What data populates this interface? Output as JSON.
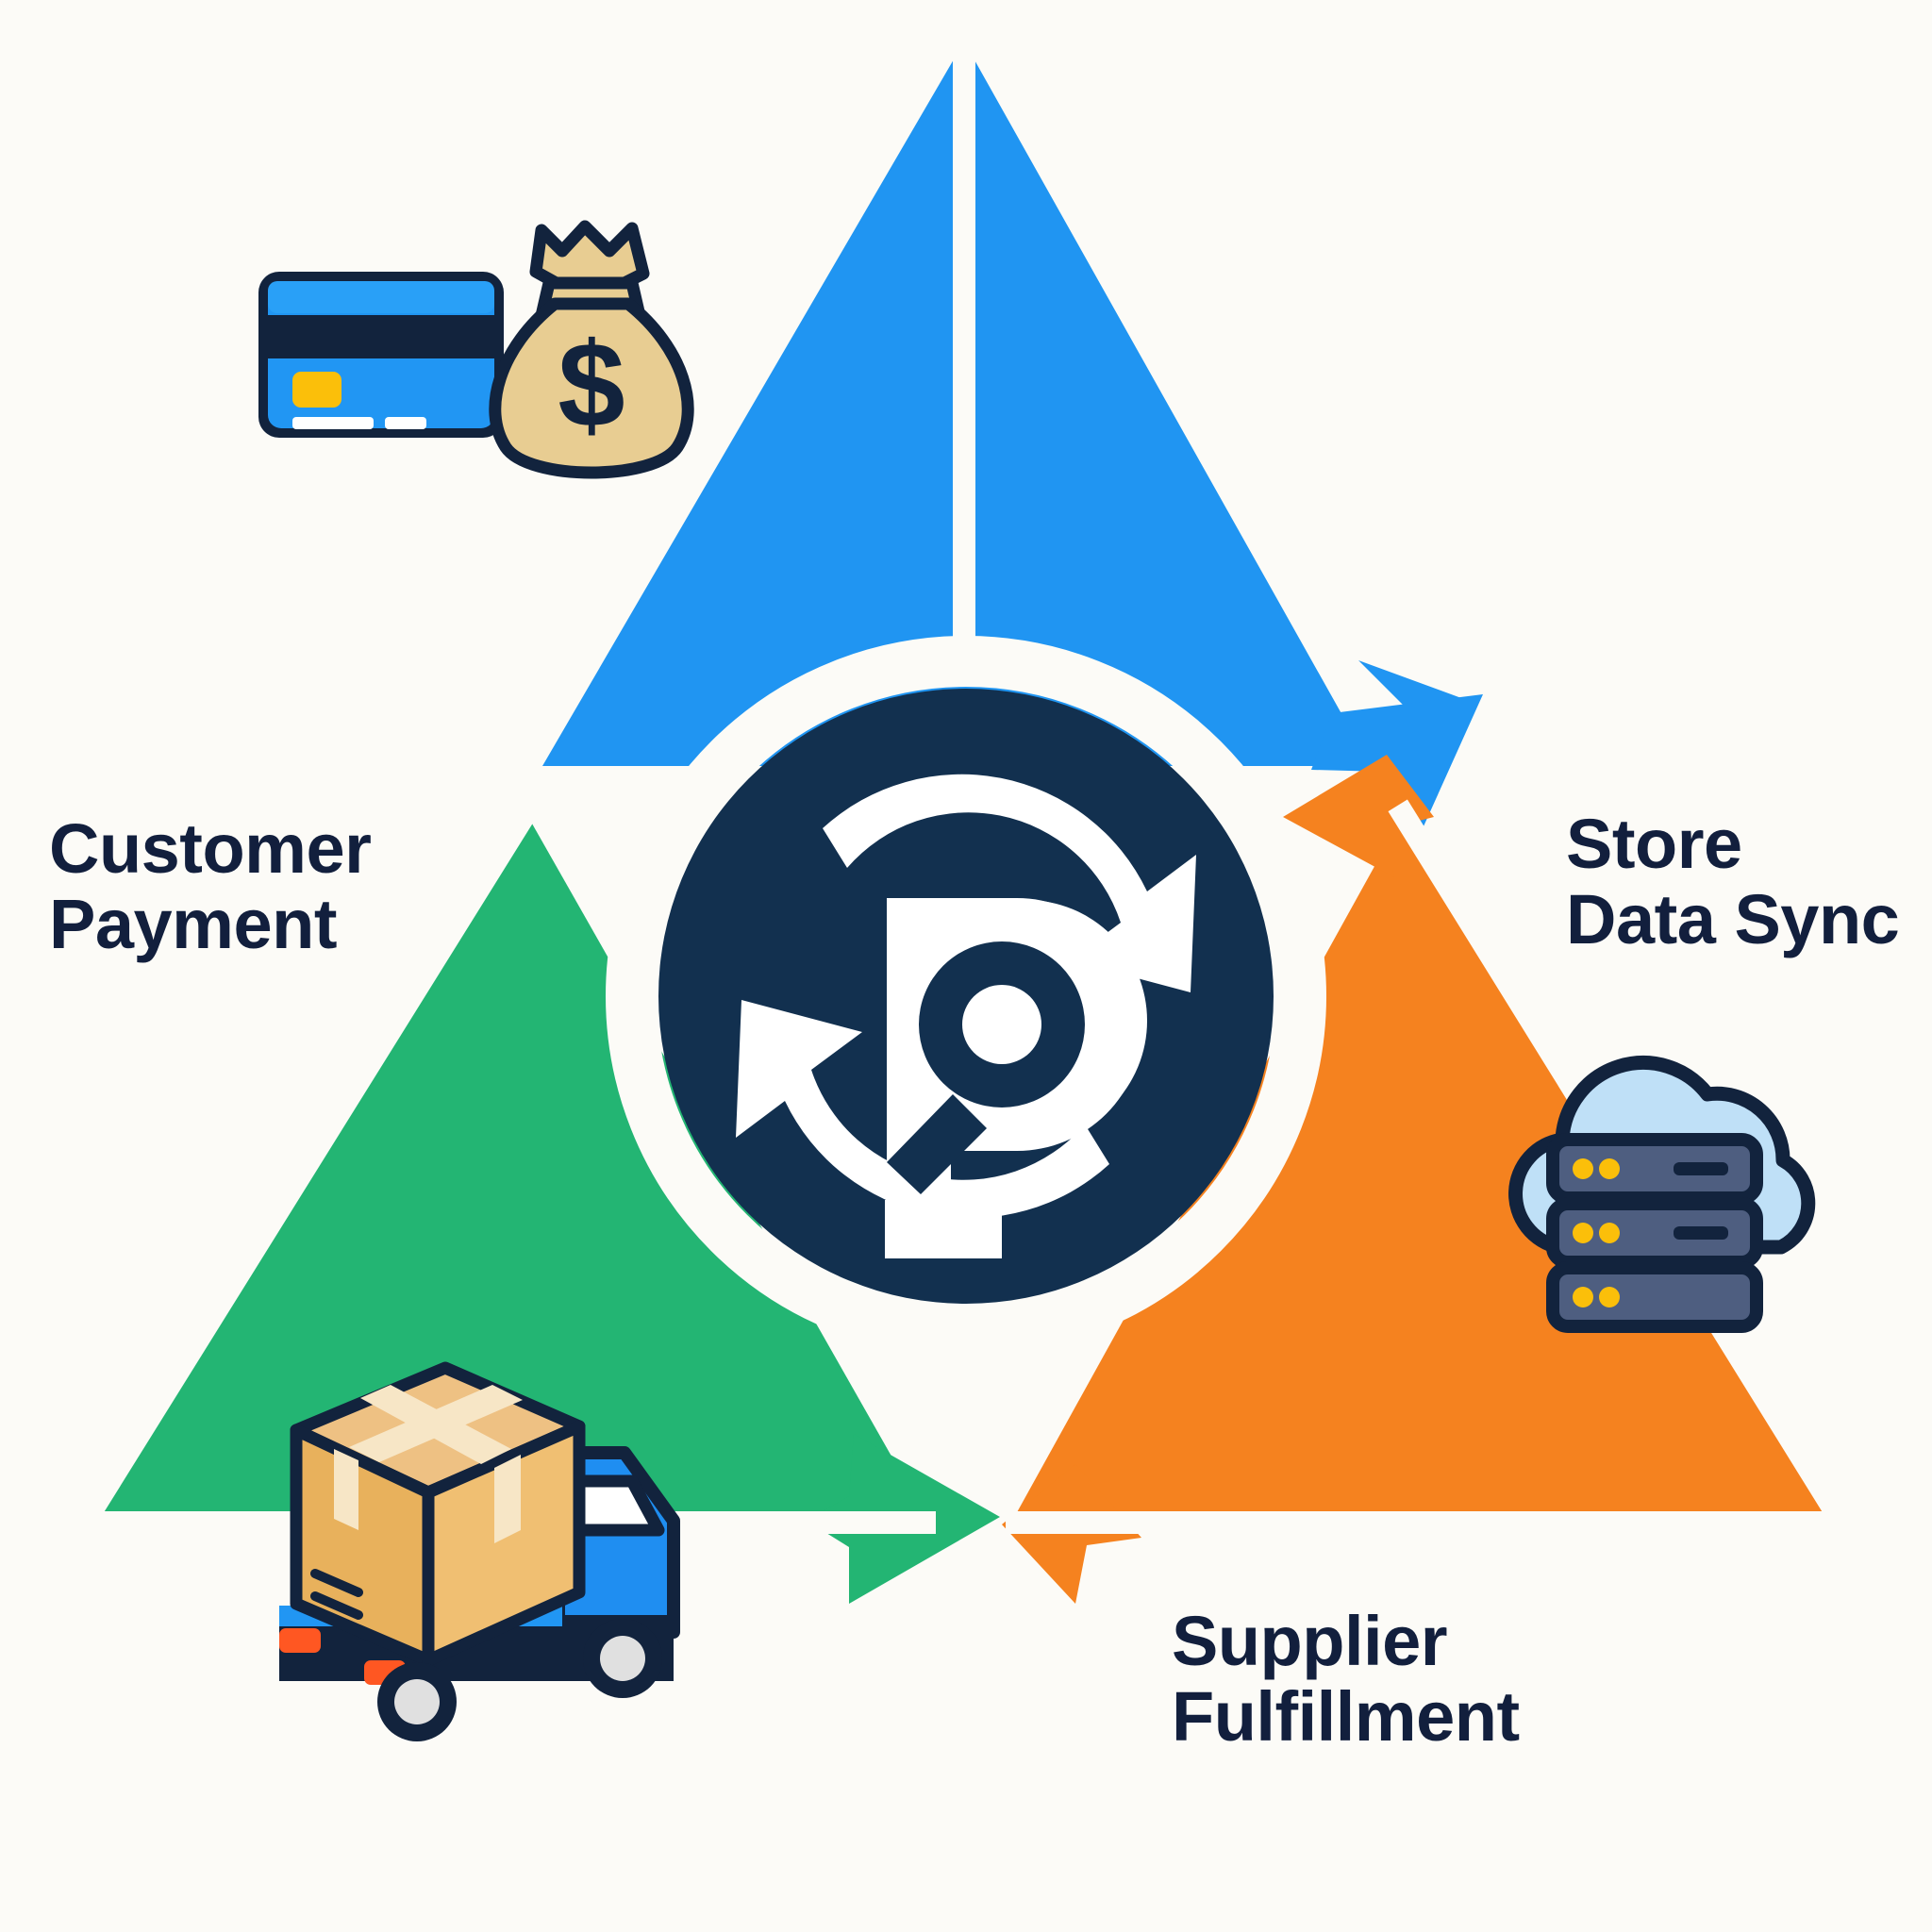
{
  "diagram": {
    "type": "cycle-triangle",
    "background_color": "#fcfbf7",
    "center": {
      "logo_name": "pipeline-sync-logo",
      "circle_color": "#12304f",
      "ring_color": "#ffffff",
      "glyph": "magnifier-p-mark",
      "sync_arrows": 2,
      "sync_arrow_color": "#ffffff"
    },
    "segments": [
      {
        "id": "payment",
        "label": "Customer\nPayment",
        "color": "#2196f3",
        "position": "top"
      },
      {
        "id": "data-sync",
        "label": "Store\nData Sync",
        "color": "#f5821f",
        "position": "right"
      },
      {
        "id": "fulfillment",
        "label": "Supplier\nFulfillment",
        "color": "#22b573",
        "position": "bottom-left"
      }
    ],
    "labels": {
      "customer_payment": "Customer\nPayment",
      "store_data_sync": "Store\nData Sync",
      "supplier_fulfillment": "Supplier\nFulfillment",
      "text_color": "#121f3d"
    },
    "icons": [
      {
        "name": "credit-card-icon",
        "colors": [
          "#2196f3",
          "#12233d",
          "#ffc107",
          "#ffffff"
        ],
        "region": "top-left"
      },
      {
        "name": "money-bag-icon",
        "symbol": "$",
        "colors": [
          "#e8cd92",
          "#12233d"
        ],
        "region": "top-center"
      },
      {
        "name": "cloud-server-icon",
        "colors": [
          "#bfe0f7",
          "#4e5e80",
          "#ffc107",
          "#12233d"
        ],
        "region": "right"
      },
      {
        "name": "delivery-truck-icon",
        "colors": [
          "#1f8ef1",
          "#e8b15c",
          "#12233d",
          "#ff5722",
          "#e0e0e0"
        ],
        "region": "bottom-left"
      }
    ]
  }
}
